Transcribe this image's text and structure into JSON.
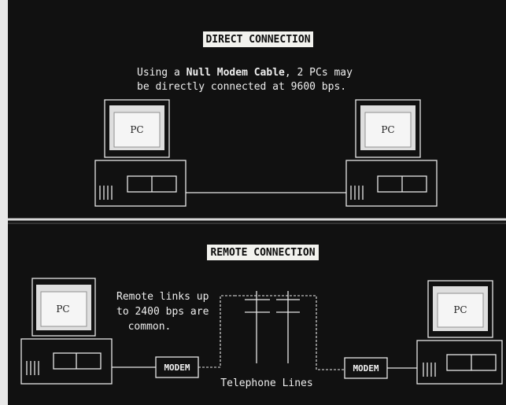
{
  "direct": {
    "title": "DIRECT CONNECTION",
    "caption_line1_pre": "Using a ",
    "caption_line1_bold": "Null Modem Cable",
    "caption_line1_post": ", 2 PCs may",
    "caption_line2": "be directly connected at 9600 bps."
  },
  "remote": {
    "title": "REMOTE CONNECTION",
    "caption_line1": "Remote links up",
    "caption_line2": "to 2400 bps are",
    "caption_line3": "common.",
    "telephone_label": "Telephone Lines"
  },
  "pc_label": "PC",
  "modem_label": "MODEM",
  "colors": {
    "background": "#111111",
    "foreground": "#e8e8e8",
    "label_box": "#f2f2ee"
  }
}
